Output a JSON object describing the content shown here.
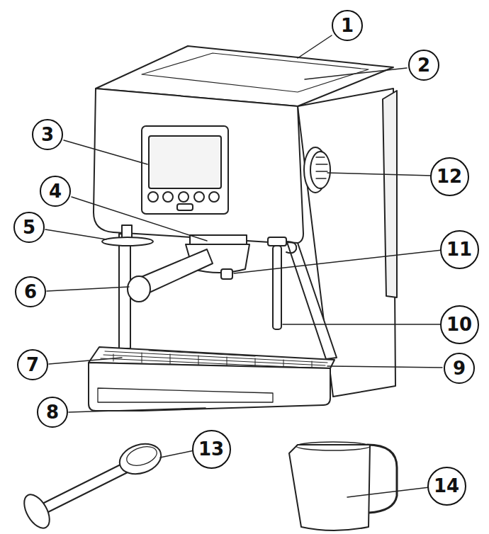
{
  "diagram": {
    "nodes": [
      {
        "text": [
          "1"
        ]
      },
      {
        "text": [
          "2"
        ]
      },
      {
        "text": [
          "3"
        ]
      },
      {
        "text": [
          "4"
        ]
      },
      {
        "text": [
          "5"
        ]
      },
      {
        "text": [
          "6"
        ]
      },
      {
        "text": [
          "7"
        ]
      },
      {
        "text": [
          "8"
        ]
      },
      {
        "text": [
          "9"
        ]
      },
      {
        "text": [
          "10"
        ]
      },
      {
        "text": [
          "11"
        ]
      },
      {
        "text": [
          "12"
        ]
      },
      {
        "text": [
          "13"
        ]
      },
      {
        "text": [
          "14"
        ]
      }
    ]
  }
}
